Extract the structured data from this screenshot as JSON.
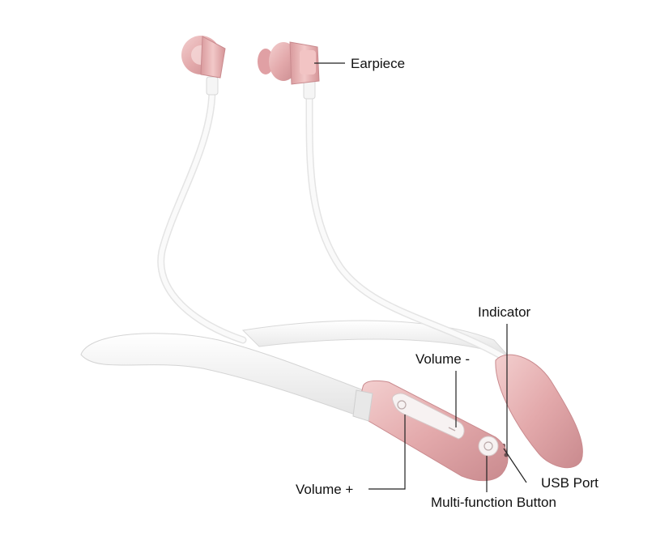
{
  "labels": {
    "earpiece": "Earpiece",
    "indicator": "Indicator",
    "volume_minus": "Volume -",
    "volume_plus": "Volume +",
    "usb_port": "USB Port",
    "multi_function": "Multi-function Button"
  },
  "colors": {
    "rose_gold": "#e8b4b4",
    "rose_gold_dark": "#c98a8e",
    "cable_white": "#f4f4f4",
    "button_white": "#f7f2f2",
    "leader_line": "#222222"
  }
}
